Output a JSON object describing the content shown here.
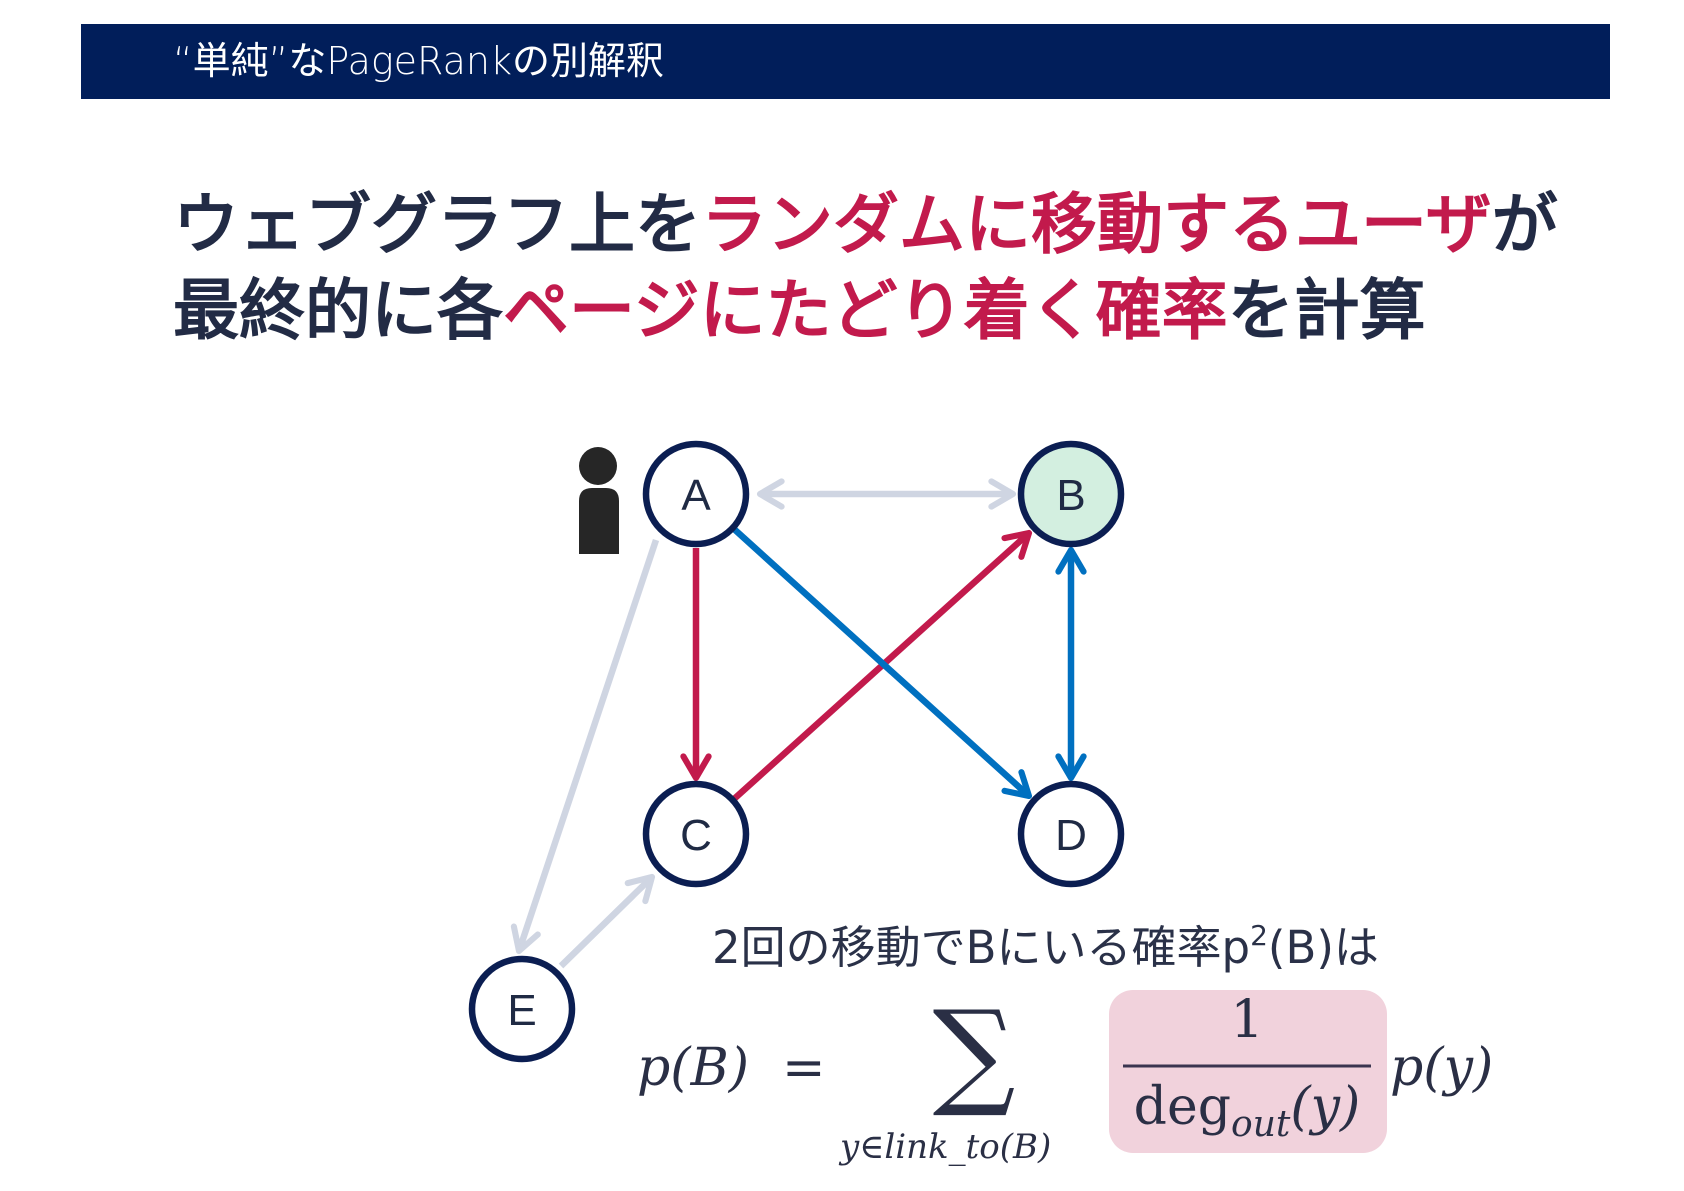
{
  "header": {
    "title": "“単純”なPageRankの別解釈"
  },
  "heading": {
    "line1": [
      {
        "text": "ウェブグラフ上を",
        "emphasis": false
      },
      {
        "text": "ランダムに移動するユーザ",
        "emphasis": true
      },
      {
        "text": "が",
        "emphasis": false
      }
    ],
    "line2": [
      {
        "text": "最終的に各",
        "emphasis": false
      },
      {
        "text": "ページにたどり着く確率",
        "emphasis": true
      },
      {
        "text": "を計算",
        "emphasis": false
      }
    ]
  },
  "colors": {
    "header_bg": "#011e5a",
    "heading_text": "#222b45",
    "accent": "#c21a4c",
    "node_stroke": "#0b1e52",
    "node_fill": "#ffffff",
    "node_highlight_fill": "#d3efe0",
    "formula_highlight": "#f1d2dc",
    "user_icon": "#262626"
  },
  "graph": {
    "nodes": [
      {
        "label": "A",
        "highlighted": false
      },
      {
        "label": "B",
        "highlighted": true
      },
      {
        "label": "C",
        "highlighted": false
      },
      {
        "label": "D",
        "highlighted": false
      },
      {
        "label": "E",
        "highlighted": false
      }
    ],
    "edges": [
      {
        "from": "A",
        "to": "B",
        "bidirectional": true,
        "color": "#cfd5e2"
      },
      {
        "from": "A",
        "to": "C",
        "bidirectional": false,
        "color": "#c21a4c"
      },
      {
        "from": "C",
        "to": "B",
        "bidirectional": false,
        "color": "#c21a4c"
      },
      {
        "from": "A",
        "to": "D",
        "bidirectional": false,
        "color": "#0070c0"
      },
      {
        "from": "B",
        "to": "D",
        "bidirectional": true,
        "color": "#0070c0"
      },
      {
        "from": "A",
        "to": "E",
        "bidirectional": false,
        "color": "#cfd5e2"
      },
      {
        "from": "E",
        "to": "C",
        "bidirectional": false,
        "color": "#cfd5e2"
      }
    ],
    "user_icon": "person-icon"
  },
  "caption": {
    "text": "2回の移動でBにいる確率p",
    "superscript": "2",
    "suffix": "(B)は"
  },
  "formula": {
    "lhs": "p(B)",
    "equals": "=",
    "sum_symbol": "∑",
    "sum_subscript": "y∈link_to(B)",
    "numerator": "1",
    "denominator_base": "deg",
    "denominator_subscript": "out",
    "denominator_argument": "(y)",
    "rhs": "p(y)"
  }
}
